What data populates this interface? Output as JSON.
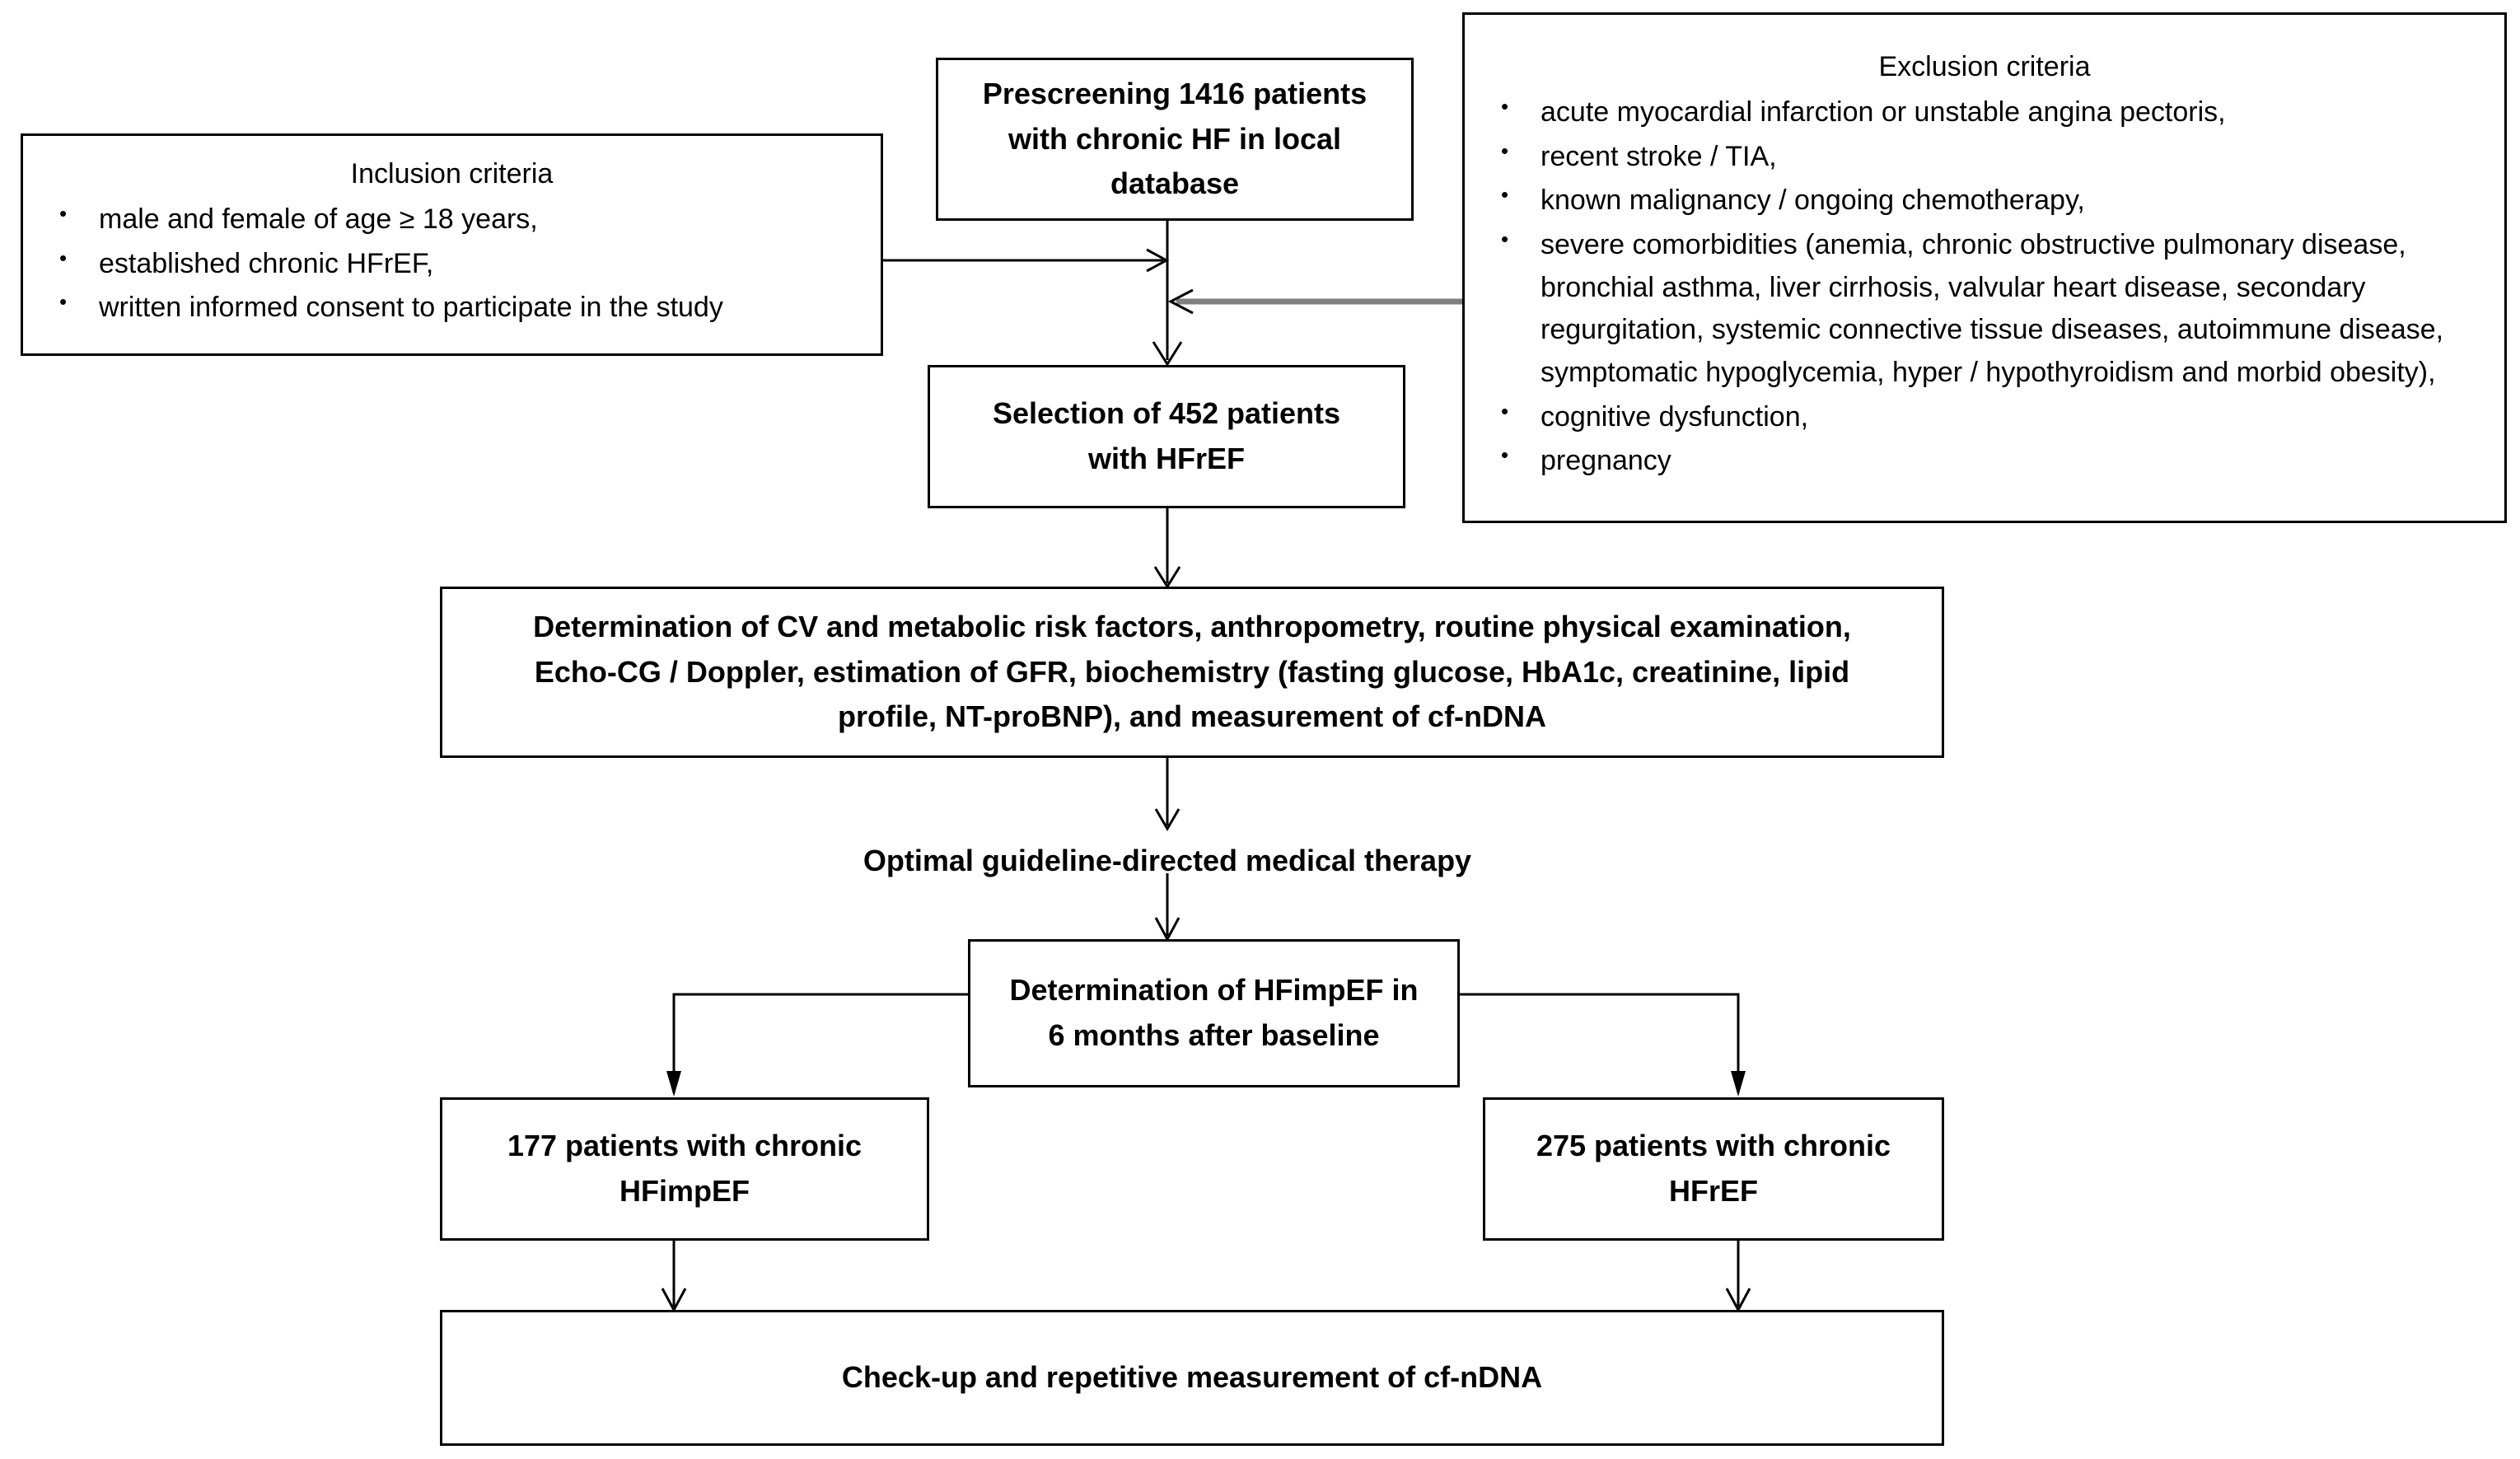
{
  "figure": {
    "type": "flowchart",
    "orientation": "top-to-bottom"
  },
  "inclusion": {
    "title": "Inclusion criteria",
    "items": [
      "male and female of age ≥ 18 years,",
      "established chronic HFrEF,",
      "written informed consent to participate in the study"
    ]
  },
  "exclusion": {
    "title": "Exclusion criteria",
    "items": [
      "acute myocardial infarction  or unstable angina pectoris,",
      "recent stroke / TIA,",
      "known malignancy / ongoing chemotherapy,",
      "severe comorbidities (anemia, chronic obstructive pulmonary disease, bronchial asthma, liver cirrhosis, valvular heart disease, secondary regurgitation, systemic connective tissue diseases, autoimmune disease, symptomatic hypoglycemia, hyper / hypothyroidism and morbid obesity),",
      "cognitive dysfunction,",
      "pregnancy"
    ]
  },
  "nodes": {
    "prescreening": "Prescreening 1416 patients with chronic HF in local database",
    "selection": "Selection of 452 patients with HFrEF",
    "baseline_assessment": "Determination of CV and metabolic risk factors,  anthropometry, routine physical examination, Echo-CG / Doppler, estimation of GFR, biochemistry (fasting glucose, HbA1c, creatinine, lipid profile, NT-proBNP), and measurement of cf-nDNA",
    "therapy_label": "Optimal guideline-directed  medical therapy",
    "hfimpef_determination": "Determination of HFimpEF in 6 months after baseline",
    "left_arm": "177 patients with chronic HFimpEF",
    "right_arm": "275 patients with chronic HFrEF",
    "followup": "Check-up and repetitive measurement of cf-nDNA"
  },
  "counts": {
    "prescreened_patients": 1416,
    "selected_patients": 452,
    "hfimpef_patients": 177,
    "hfref_patients": 275,
    "followup_months": 6,
    "minimum_age_years": 18
  },
  "colors": {
    "stroke": "#000000",
    "exclusion_arrow": "#7f7f7f",
    "background": "#ffffff",
    "text": "#000000"
  }
}
